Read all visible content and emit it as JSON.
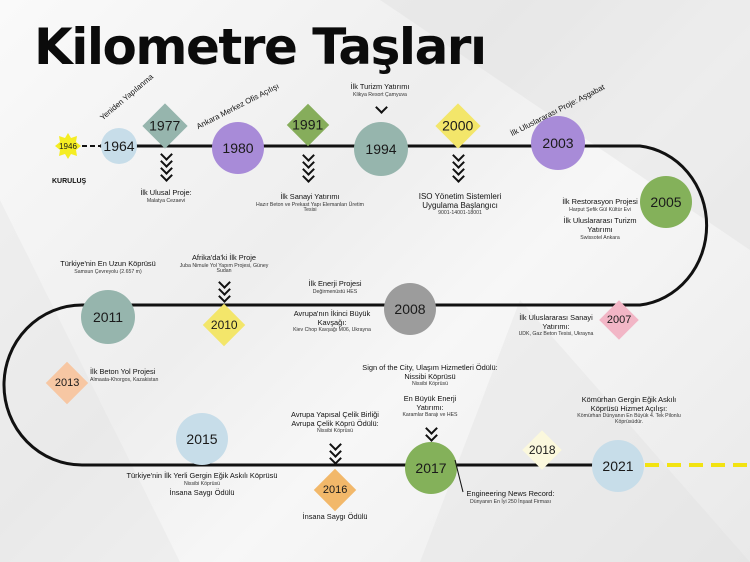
{
  "title": "Kilometre Taşları",
  "founding": {
    "year": "1946",
    "label": "KURULUŞ"
  },
  "colors": {
    "teal": "#96b5ad",
    "purple": "#a88bd8",
    "green": "#86ad5b",
    "yellow": "#f3e66a",
    "lightblue": "#c7dde9",
    "gray": "#9c9c9c",
    "pink": "#f2b6c6",
    "peach": "#f7c7a3",
    "orange": "#f2b86a",
    "cream": "#fbf8dd",
    "olive": "#84b15a",
    "star": "#f5ed23",
    "track": "#111111",
    "dash": "#f2e311"
  },
  "milestones": [
    {
      "year": "1964",
      "title": "Yeniden Yapılanma",
      "sub": ""
    },
    {
      "year": "1977",
      "title": "İlk Ulusal Proje:",
      "sub": "Malatya Cezaevi"
    },
    {
      "year": "1980",
      "title": "Ankara Merkez Ofis Açılışı",
      "sub": ""
    },
    {
      "year": "1991",
      "title": "İlk Sanayi Yatırımı",
      "sub": "Hazır Beton ve Prekast Yapı Elemanları Üretim Tesisi"
    },
    {
      "year": "1994",
      "title": "İlk Turizm Yatırımı",
      "sub": "Klikya Resort Çamyuva"
    },
    {
      "year": "2000",
      "title": "ISO Yönetim Sistemleri Uygulama Başlangıcı",
      "sub": "9001-14001-18001"
    },
    {
      "year": "2003",
      "title": "İlk Uluslararası Proje: Aşgabat",
      "sub": ""
    },
    {
      "year": "2005",
      "title": "İlk Restorasyon Projesi",
      "sub": "Harput Şefik Gül Kültür Evi",
      "title2": "İlk Uluslararası Turizm Yatırımı",
      "sub2": "Swissotel Ankara"
    },
    {
      "year": "2007",
      "title": "İlk Uluslararası Sanayi Yatırımı:",
      "sub": "UDK, Gaz Beton Tesisi, Ukrayna"
    },
    {
      "year": "2008",
      "title": "İlk Enerji Projesi",
      "sub": "Değirmenüstü HES",
      "title2": "Avrupa'nın İkinci Büyük Kavşağı:",
      "sub2": "Kiev Chop Kavşağı M06, Ukrayna"
    },
    {
      "year": "2010",
      "title": "Afrika'da'ki İlk Proje",
      "sub": "Juba Nimule Yol Yapım Projesi, Güney Sudan"
    },
    {
      "year": "2011",
      "title": "Türkiye'nin En Uzun Köprüsü",
      "sub": "Samsun Çevreyolu (2.657 m)"
    },
    {
      "year": "2013",
      "title": "İlk Beton Yol Projesi",
      "sub": "Almaata-Khorgos, Kazakistan"
    },
    {
      "year": "2015",
      "title": "Türkiye'nin İlk Yerli Gergin Eğik Askılı Köprüsü",
      "sub": "Nissibi Köprüsü",
      "title2": "İnsana Saygı Ödülü",
      "sub2": ""
    },
    {
      "year": "2016",
      "title": "Avrupa Yapısal Çelik Birliği Avrupa Çelik Köprü Ödülü:",
      "sub": "Nissibi Köprüsü",
      "title2": "İnsana Saygı Ödülü",
      "sub2": ""
    },
    {
      "year": "2017",
      "title": "Sign of the City, Ulaşım Hizmetleri Ödülü: Nissibi Köprüsü",
      "sub": "Nissibi Köprüsü",
      "title2": "En Büyük Enerji Yatırımı:",
      "sub2": "Karamlar Barajı ve HES"
    },
    {
      "year": "2018",
      "title": "Engineering News Record:",
      "sub": "Dünyanın En İyi 250 İnşaat Firması"
    },
    {
      "year": "2021",
      "title": "Kömürhan Gergin Eğik Askılı Köprüsü Hizmet Açılışı:",
      "sub": "Kömürhan Dünyanın En Büyük 4. Tek Pilonlu Köprüsüdür."
    }
  ]
}
